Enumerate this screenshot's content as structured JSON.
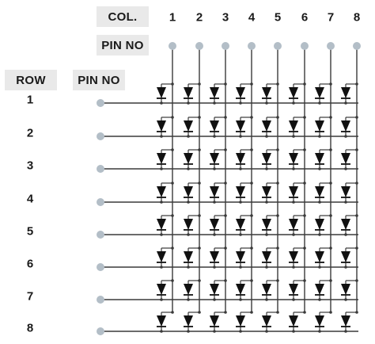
{
  "headers": {
    "col": "COL.",
    "col_pin": "PIN NO",
    "row": "ROW",
    "row_pin": "PIN NO"
  },
  "columns": [
    "1",
    "2",
    "3",
    "4",
    "5",
    "6",
    "7",
    "8"
  ],
  "rows": [
    "1",
    "2",
    "3",
    "4",
    "5",
    "6",
    "7",
    "8"
  ],
  "colors": {
    "pin_dot": "#b3bec7",
    "wire": "#3a3a3a",
    "diode": "#111111",
    "header_bg": "#e9e9e9"
  }
}
